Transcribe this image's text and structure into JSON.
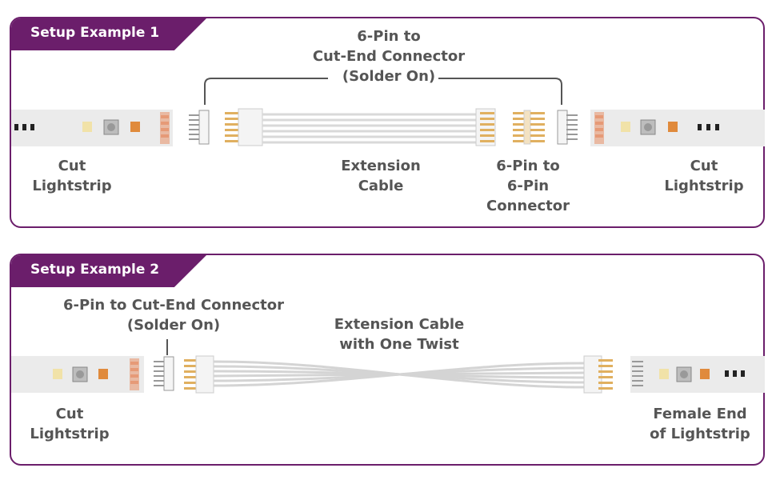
{
  "example1": {
    "tab": "Setup Example 1",
    "top_label": [
      "6-Pin to",
      "Cut-End Connector",
      "(Solder On)"
    ],
    "left_label": [
      "Cut",
      "Lightstrip"
    ],
    "middle_label": [
      "Extension",
      "Cable"
    ],
    "connector_label": [
      "6-Pin to",
      "6-Pin",
      "Connector"
    ],
    "right_label": [
      "Cut",
      "Lightstrip"
    ]
  },
  "example2": {
    "tab": "Setup Example 2",
    "top_label": [
      "6-Pin to Cut-End Connector",
      "(Solder On)"
    ],
    "middle_label": [
      "Extension Cable",
      "with One Twist"
    ],
    "left_label": [
      "Cut",
      "Lightstrip"
    ],
    "right_label": [
      "Female End",
      "of Lightstrip"
    ]
  },
  "colors": {
    "accent": "#6b1e6b",
    "text": "#555555",
    "strip": "#ebebeb"
  }
}
